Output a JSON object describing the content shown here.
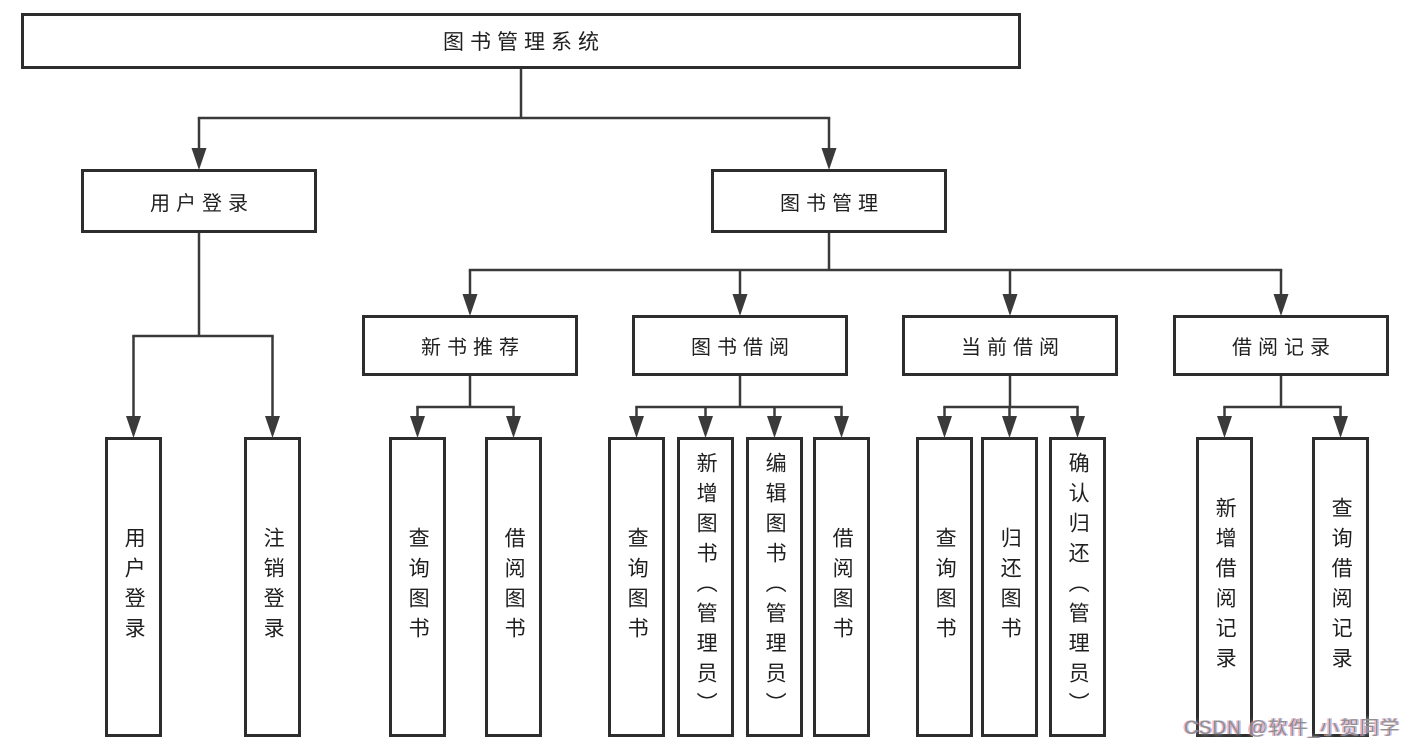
{
  "tree": {
    "label": "图书管理系统",
    "children": [
      {
        "label": "用户登录",
        "children": [
          {
            "label": "用户登录"
          },
          {
            "label": "注销登录"
          }
        ]
      },
      {
        "label": "图书管理",
        "children": [
          {
            "label": "新书推荐",
            "children": [
              {
                "label": "查询图书"
              },
              {
                "label": "借阅图书"
              }
            ]
          },
          {
            "label": "图书借阅",
            "children": [
              {
                "label": "查询图书"
              },
              {
                "label": "新增图书（管理员）"
              },
              {
                "label": "编辑图书（管理员）"
              },
              {
                "label": "借阅图书"
              }
            ]
          },
          {
            "label": "当前借阅",
            "children": [
              {
                "label": "查询图书"
              },
              {
                "label": "归还图书"
              },
              {
                "label": "确认归还（管理员）"
              }
            ]
          },
          {
            "label": "借阅记录",
            "children": [
              {
                "label": "新增借阅记录"
              },
              {
                "label": "查询借阅记录"
              }
            ]
          }
        ]
      }
    ]
  },
  "watermark": {
    "text": "CSDN @软件_小贺同学"
  },
  "colors": {
    "background": "#ffffff",
    "box_border": "#2d2d2d",
    "connector": "#3a3a3a",
    "text": "#1f1f1f",
    "watermark": "#8f8f8f"
  }
}
